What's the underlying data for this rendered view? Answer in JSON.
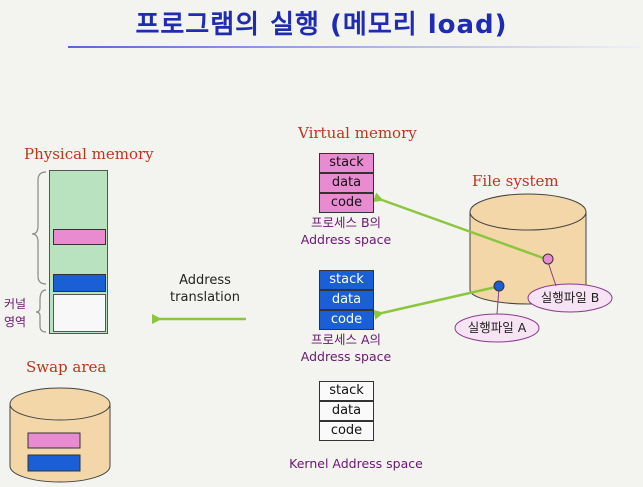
{
  "title": "프로그램의 실행 (메모리 load)",
  "physical_memory": {
    "label": "Physical memory",
    "kernel_label_1": "커널",
    "kernel_label_2": "영역"
  },
  "swap_area": {
    "label": "Swap area"
  },
  "virtual_memory": {
    "label": "Virtual memory",
    "process_b": {
      "segments": [
        "stack",
        "data",
        "code"
      ],
      "caption_1": "프로세스 B의",
      "caption_2": "Address space"
    },
    "process_a": {
      "segments": [
        "stack",
        "data",
        "code"
      ],
      "caption_1": "프로세스 A의",
      "caption_2": "Address space"
    },
    "kernel": {
      "segments": [
        "stack",
        "data",
        "code"
      ],
      "caption": "Kernel Address space"
    }
  },
  "address_translation": {
    "line_1": "Address",
    "line_2": "translation"
  },
  "file_system": {
    "label": "File system",
    "file_b": "실행파일 B",
    "file_a": "실행파일 A"
  },
  "colors": {
    "pink": "#e98bd1",
    "blue": "#1a5fd6",
    "green": "#b9e3bf",
    "arrow": "#8cc63f",
    "title": "#1f2bb0",
    "section": "#c0341c"
  }
}
